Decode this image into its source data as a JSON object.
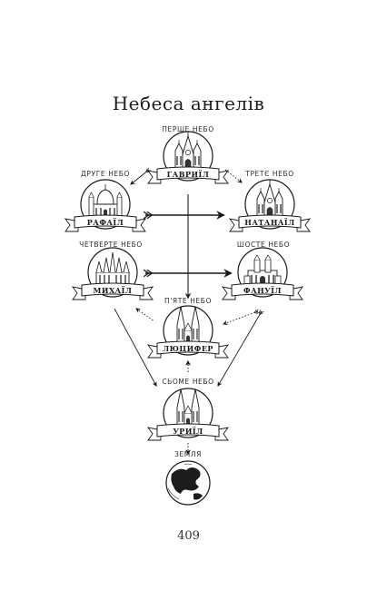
{
  "title": "Небеса ангелів",
  "page_number": "409",
  "heavens": [
    {
      "id": "h1",
      "label": "ПЕРШЕ НЕБО",
      "angel": "ГАВРИЇЛ"
    },
    {
      "id": "h2",
      "label": "ДРУГЕ НЕБО",
      "angel": "РАФАЇЛ"
    },
    {
      "id": "h3",
      "label": "ТРЕТЄ НЕБО",
      "angel": "НАТАНАЇЛ"
    },
    {
      "id": "h4",
      "label": "ЧЕТВЕРТЕ НЕБО",
      "angel": "МИХАЇЛ"
    },
    {
      "id": "h5",
      "label": "П'ЯТЕ НЕБО",
      "angel": "ЛЮЦИФЕР"
    },
    {
      "id": "h6",
      "label": "ШОСТЕ НЕБО",
      "angel": "ФАНУЇЛ"
    },
    {
      "id": "h7",
      "label": "СЬОМЕ НЕБО",
      "angel": "УРИЇЛ"
    }
  ],
  "earth_label": "ЗЕМЛЯ"
}
